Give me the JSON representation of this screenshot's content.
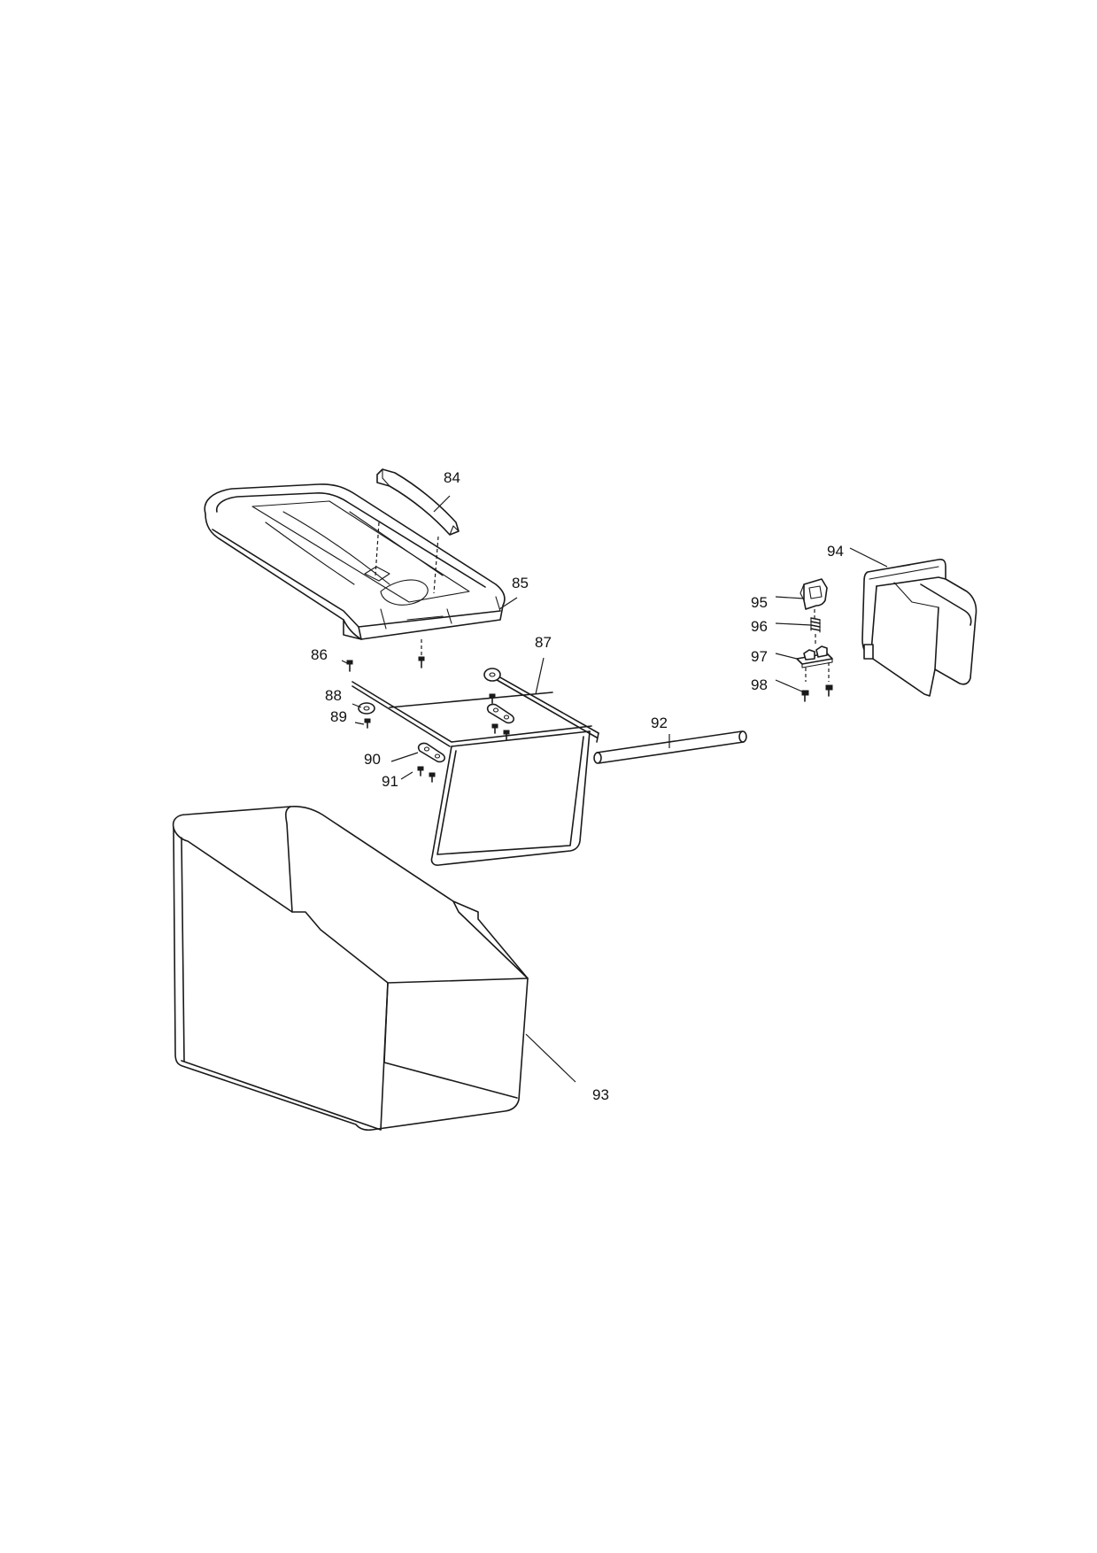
{
  "callouts": [
    {
      "id": "84",
      "label": "84",
      "target": "handle-grip"
    },
    {
      "id": "85",
      "label": "85",
      "target": "lid-cover"
    },
    {
      "id": "86",
      "label": "86",
      "target": "lid-screw"
    },
    {
      "id": "87",
      "label": "87",
      "target": "bag-frame"
    },
    {
      "id": "88",
      "label": "88",
      "target": "washer"
    },
    {
      "id": "89",
      "label": "89",
      "target": "frame-screw"
    },
    {
      "id": "90",
      "label": "90",
      "target": "frame-bracket"
    },
    {
      "id": "91",
      "label": "91",
      "target": "bracket-screw"
    },
    {
      "id": "92",
      "label": "92",
      "target": "rod"
    },
    {
      "id": "93",
      "label": "93",
      "target": "grass-bag"
    },
    {
      "id": "94",
      "label": "94",
      "target": "chute-flap"
    },
    {
      "id": "95",
      "label": "95",
      "target": "latch"
    },
    {
      "id": "96",
      "label": "96",
      "target": "spring"
    },
    {
      "id": "97",
      "label": "97",
      "target": "latch-base"
    },
    {
      "id": "98",
      "label": "98",
      "target": "latch-screw"
    }
  ]
}
